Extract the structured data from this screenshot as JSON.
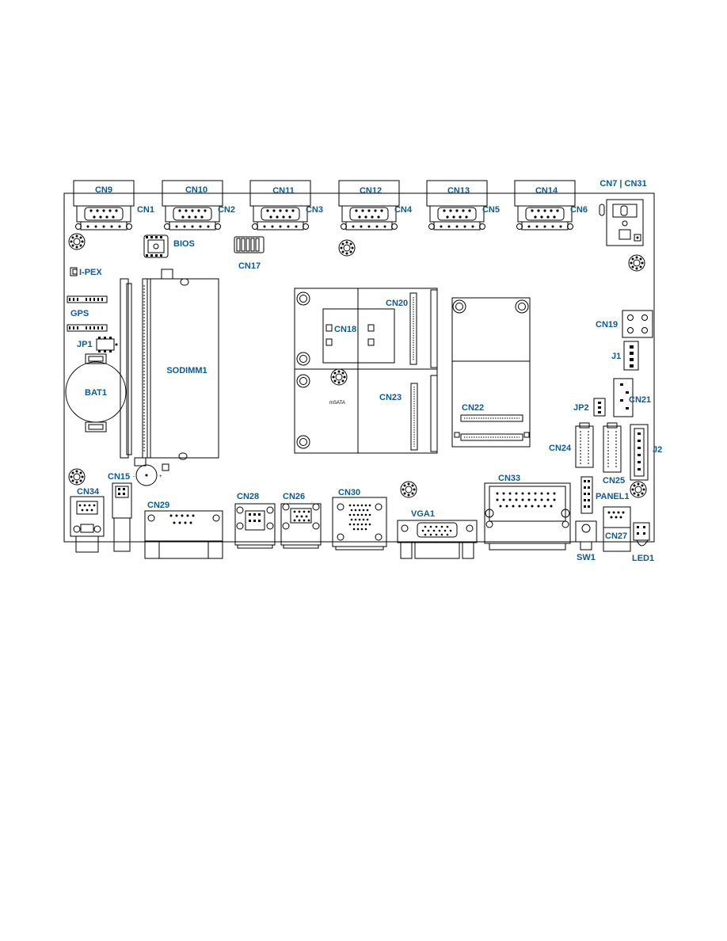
{
  "labels": {
    "cn9": "CN9",
    "cn10": "CN10",
    "cn11": "CN11",
    "cn12": "CN12",
    "cn13": "CN13",
    "cn14": "CN14",
    "cn7_cn31": "CN7 | CN31",
    "cn1": "CN1",
    "cn2": "CN2",
    "cn3": "CN3",
    "cn4": "CN4",
    "cn5": "CN5",
    "cn6": "CN6",
    "bios": "BIOS",
    "cn17": "CN17",
    "ipex": "I-PEX",
    "gps": "GPS",
    "jp1": "JP1",
    "bat1": "BAT1",
    "sodimm1": "SODIMM1",
    "cn18": "CN18",
    "cn20": "CN20",
    "cn23": "CN23",
    "msata": "mSATA",
    "cn22": "CN22",
    "cn19": "CN19",
    "j1": "J1",
    "cn21": "CN21",
    "jp2": "JP2",
    "cn24": "CN24",
    "j2": "J2",
    "cn25": "CN25",
    "panel1": "PANEL1",
    "cn15": "CN15",
    "cn34": "CN34",
    "cn29": "CN29",
    "cn28": "CN28",
    "cn26": "CN26",
    "cn30": "CN30",
    "vga1": "VGA1",
    "cn33": "CN33",
    "sw1": "SW1",
    "cn27": "CN27",
    "led1": "LED1"
  }
}
